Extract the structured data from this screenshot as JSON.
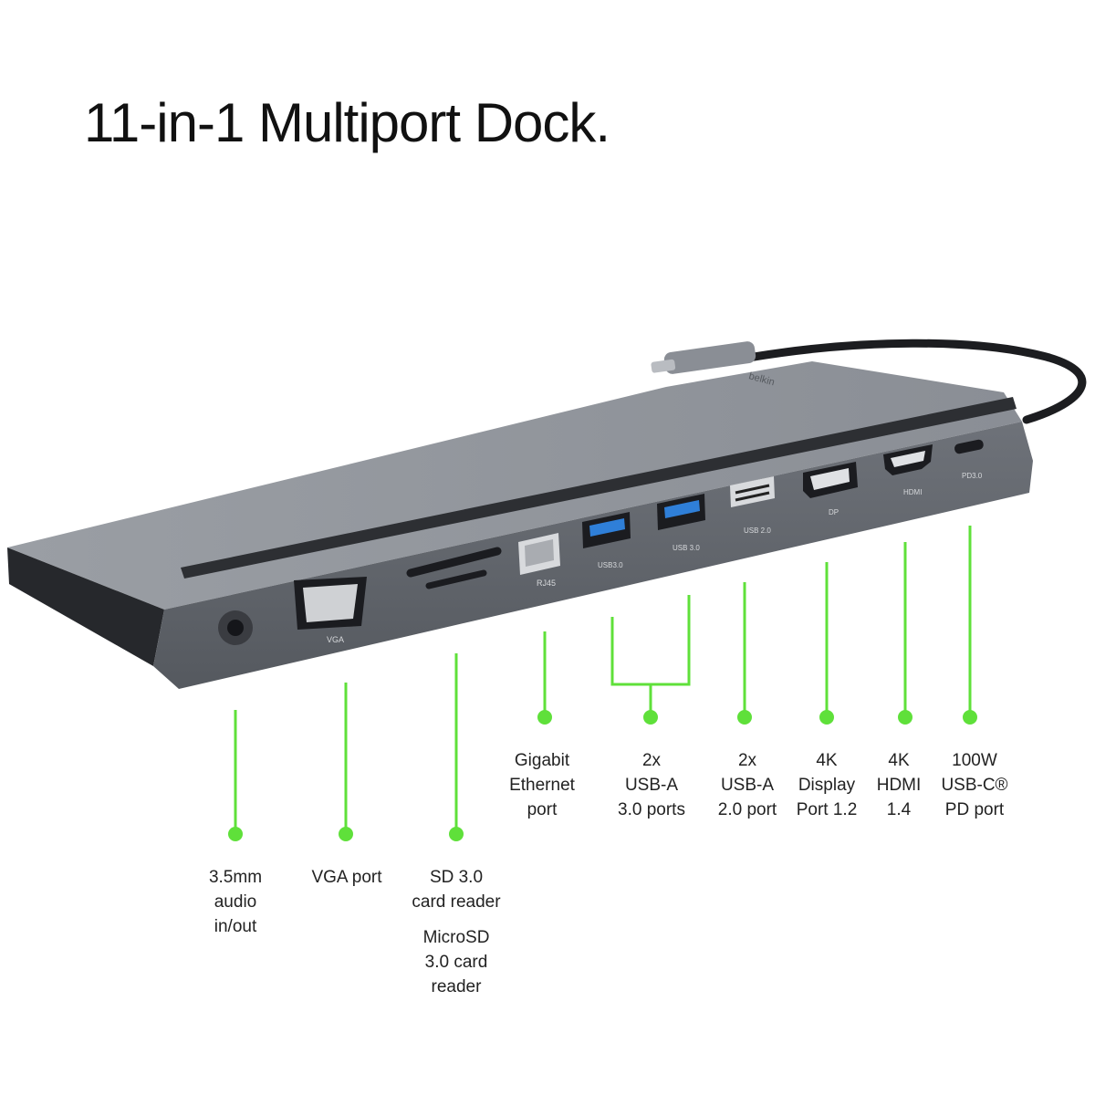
{
  "title": "11-in-1 Multiport Dock.",
  "colors": {
    "accent": "#5fe03a",
    "body": "#7c8087",
    "dark": "#2a2c30"
  },
  "device": {
    "brand_mark": "belkin",
    "port_marks": {
      "vga": "VGA",
      "rj45": "RJ45",
      "usb3_a": "USB3.0",
      "usb3_b": "USB 3.0",
      "usb2": "USB 2.0",
      "dp": "DP",
      "hdmi": "HDMI",
      "pd": "PD3.0"
    }
  },
  "callouts": {
    "audio": "3.5mm\naudio\nin/out",
    "vga": "VGA port",
    "sd": "SD 3.0\ncard reader",
    "microsd": "MicroSD\n3.0 card\nreader",
    "ethernet": "Gigabit\nEthernet\nport",
    "usb3": "2x\nUSB-A\n3.0 ports",
    "usb2": "2x\nUSB-A\n2.0 port",
    "dp": "4K\nDisplay\nPort 1.2",
    "hdmi": "4K\nHDMI\n1.4",
    "pd": "100W\nUSB-C®\nPD port"
  }
}
